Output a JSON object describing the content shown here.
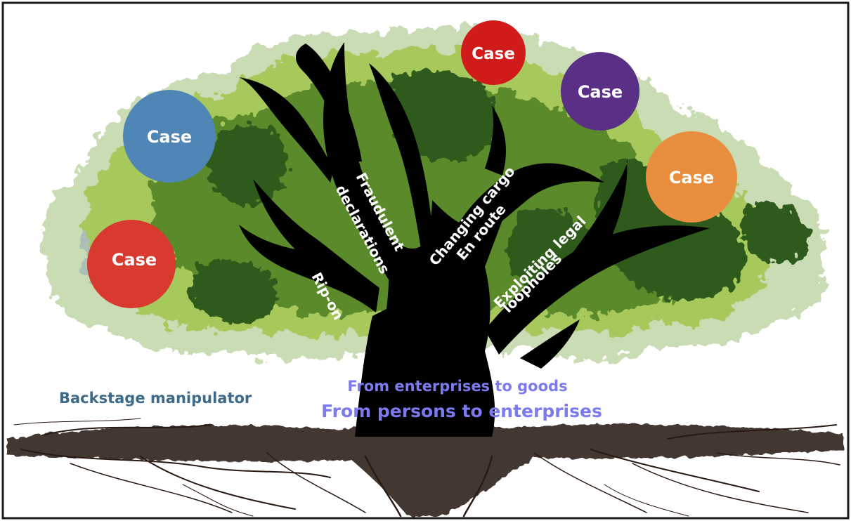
{
  "colors": {
    "border": "#1a1a1a",
    "canopy_dark": "#2f5a1d",
    "canopy_mid": "#5a8a2c",
    "canopy_light": "#a7c85a",
    "canopy_pale": "#c9dcb4",
    "canopy_blue": "#8fa9b4",
    "trunk": "#000000",
    "roots": "#2a1a14",
    "backstage_text": "#3d6a88",
    "pathway_text": "#7b7bef",
    "branch_text": "#ffffff"
  },
  "cases": [
    {
      "label": "Case",
      "color": "#4f86b5"
    },
    {
      "label": "Case",
      "color": "#d93a30"
    },
    {
      "label": "Case",
      "color": "#d11a1a"
    },
    {
      "label": "Case",
      "color": "#5a2f86"
    },
    {
      "label": "Case",
      "color": "#e88e3e"
    }
  ],
  "branches": {
    "rip_on": "Rip-on",
    "fraudulent_line1": "Fraudulent",
    "fraudulent_line2": "declarations",
    "changing_line1": "Changing cargo",
    "changing_line2": "En route",
    "exploiting_line1": "Exploiting legal",
    "exploiting_line2": "loopholes"
  },
  "labels": {
    "backstage": "Backstage manipulator",
    "enterprises_to_goods": "From enterprises to goods",
    "persons_to_enterprises": "From persons to enterprises"
  }
}
